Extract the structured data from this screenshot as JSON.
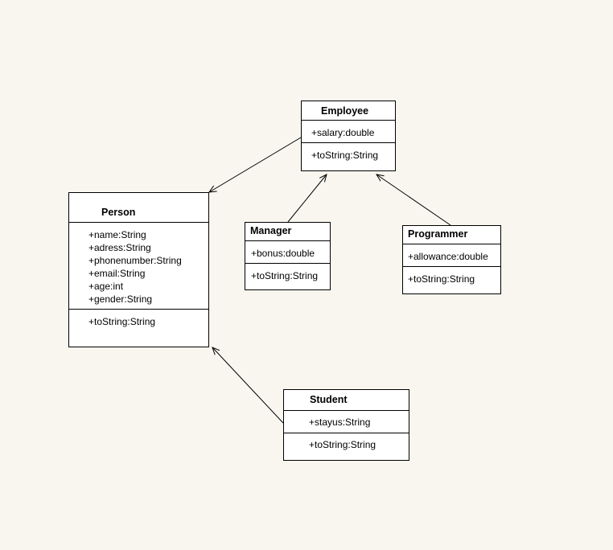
{
  "classes": {
    "employee": {
      "name": "Employee",
      "attributes": [
        "+salary:double"
      ],
      "methods": [
        "+toString:String"
      ]
    },
    "person": {
      "name": "Person",
      "attributes": [
        "+name:String",
        "+adress:String",
        "+phonenumber:String",
        "+email:String",
        "+age:int",
        "+gender:String"
      ],
      "methods": [
        "+toString:String"
      ]
    },
    "manager": {
      "name": "Manager",
      "attributes": [
        "+bonus:double"
      ],
      "methods": [
        "+toString:String"
      ]
    },
    "programmer": {
      "name": "Programmer",
      "attributes": [
        "+allowance:double"
      ],
      "methods": [
        "+toString:String"
      ]
    },
    "student": {
      "name": "Student",
      "attributes": [
        "+stayus:String"
      ],
      "methods": [
        "+toString:String"
      ]
    }
  },
  "colors": {
    "background": "#f8f6ef",
    "box": "#ffffff",
    "line": "#000000"
  }
}
